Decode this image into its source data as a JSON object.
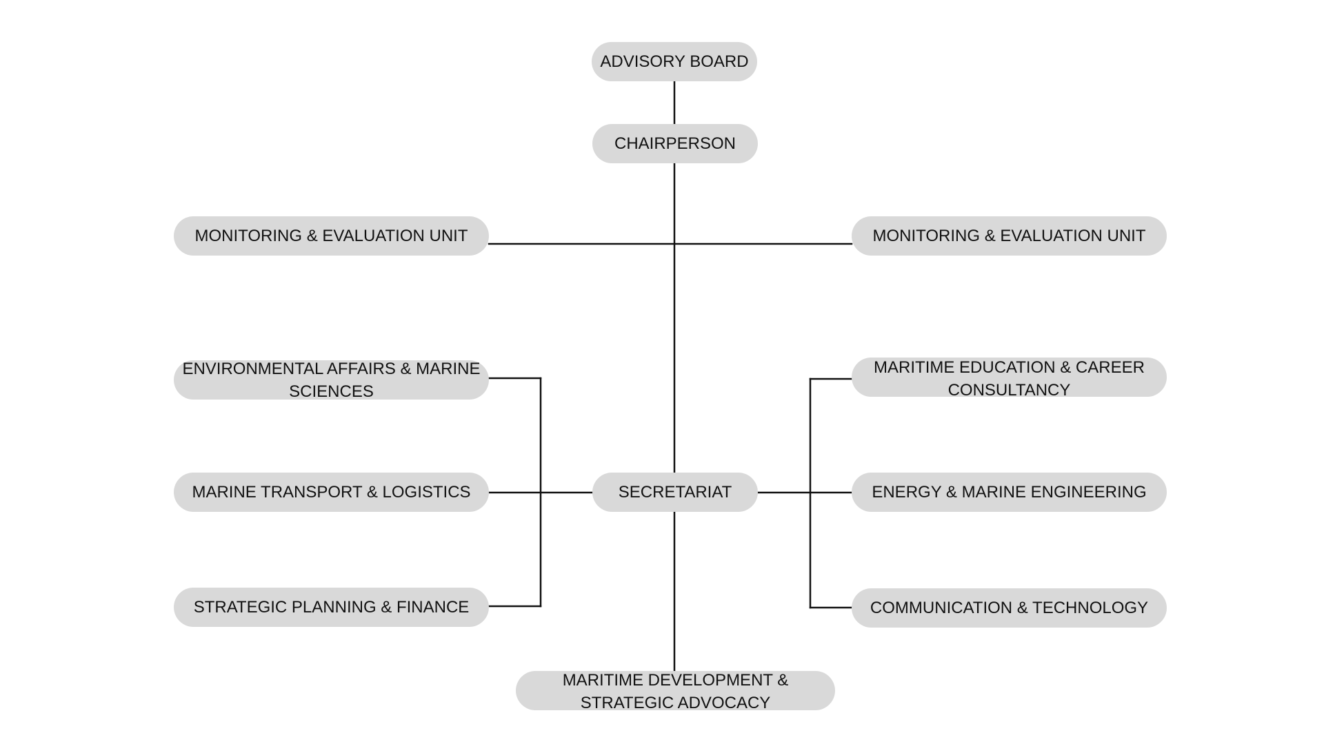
{
  "colors": {
    "node_fill": "#d9d9d9",
    "connector": "#111111",
    "text": "#111111",
    "background": "#ffffff"
  },
  "nodes": {
    "advisory_board": "ADVISORY BOARD",
    "chairperson": "CHAIRPERSON",
    "monitoring_left": "MONITORING & EVALUATION UNIT",
    "monitoring_right": "MONITORING & EVALUATION UNIT",
    "environmental": "ENVIRONMENTAL AFFAIRS & MARINE\nSCIENCES",
    "marine_transport": "MARINE TRANSPORT & LOGISTICS",
    "strategic_planning": "STRATEGIC PLANNING & FINANCE",
    "secretariat": "SECRETARIAT",
    "maritime_education": "MARITIME EDUCATION & CAREER\nCONSULTANCY",
    "energy": "ENERGY & MARINE ENGINEERING",
    "communication": "COMMUNICATION & TECHNOLOGY",
    "maritime_development": "MARITIME DEVELOPMENT &\nSTRATEGIC ADVOCACY"
  }
}
